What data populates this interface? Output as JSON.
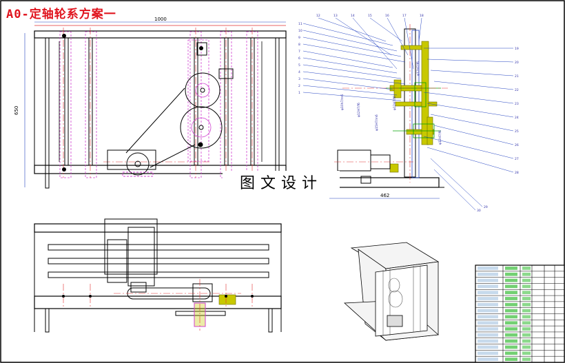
{
  "title": "A0-定轴轮系方案一",
  "watermark": "图文设计",
  "dimensions": {
    "front_width": "1000",
    "front_height": "650",
    "side_width": "462"
  },
  "colors": {
    "frame": "#000000",
    "centerline": "#e03030",
    "hidden": "#d040d0",
    "dimension": "#2040c0",
    "shaft": "#00a000",
    "part": "#c8c800",
    "title": "#e0141e"
  },
  "balloons_top": [
    "12",
    "13",
    "14",
    "15",
    "16",
    "17",
    "18"
  ],
  "balloons_left": [
    "11",
    "10",
    "9",
    "8",
    "7",
    "6",
    "5",
    "4",
    "3",
    "2",
    "1"
  ],
  "balloons_right": [
    "19",
    "20",
    "21",
    "22",
    "23",
    "24",
    "25",
    "26",
    "27",
    "28",
    "29",
    "30"
  ],
  "fit_labels": [
    "φ10h7/m6",
    "φ12H7/f6",
    "φ15H7/m6",
    "φ12H7/f6",
    "φ12H7/f6",
    "φ12H7/f6"
  ],
  "bom_rows": 16
}
